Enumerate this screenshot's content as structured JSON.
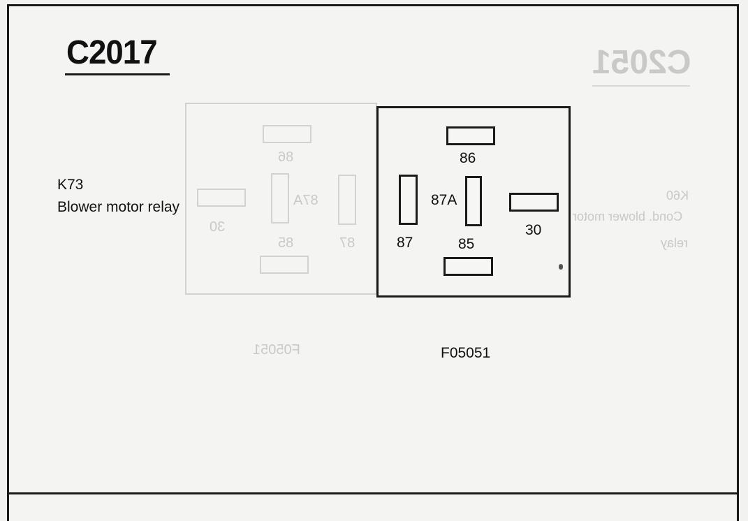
{
  "connector": {
    "title": "C2017"
  },
  "component": {
    "id": "K73",
    "name": "Blower motor relay"
  },
  "relay_pins": [
    {
      "label": "86"
    },
    {
      "label": "87"
    },
    {
      "label": "87A"
    },
    {
      "label": "30"
    },
    {
      "label": "85"
    }
  ],
  "figure_id": "F05051",
  "bleed_through": {
    "title": "C2051",
    "component_id": "K60",
    "component_lines": [
      "Cond. blower motor",
      "relay"
    ],
    "pins": [
      "86",
      "87A",
      "30",
      "85",
      "87"
    ],
    "figure_id": "F05051"
  }
}
